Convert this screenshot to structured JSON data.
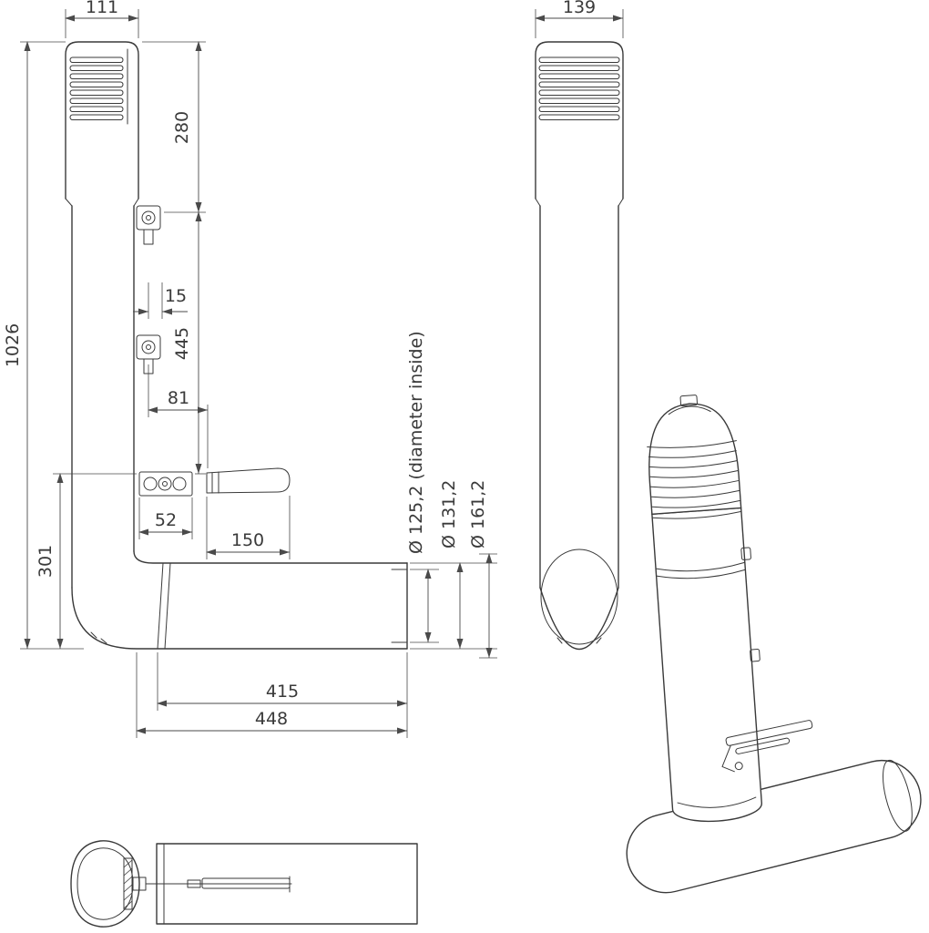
{
  "meta": {
    "drawing_type": "technical dimension drawing of roof vent pipe",
    "background_color": "#ffffff",
    "line_color": "#3a3a3a",
    "dimension_color": "#4a4a4a"
  },
  "front_view": {
    "dim_width_top": "111",
    "dim_total_height": "1026",
    "dim_cap_height": "280",
    "dim_bracket_offset": "15",
    "dim_mid_section": "445",
    "dim_flange_offset": "81",
    "dim_clamp_width": "52",
    "dim_flashing_length": "150",
    "dim_bottom_height": "301",
    "dim_outlet_length": "415",
    "dim_outlet_total": "448"
  },
  "side_view": {
    "dim_width_top": "139"
  },
  "diameter_callouts": {
    "inside": "Ø 125,2 (diameter inside)",
    "pipe_outer": "Ø 131,2",
    "collar_outer": "Ø 161,2"
  }
}
